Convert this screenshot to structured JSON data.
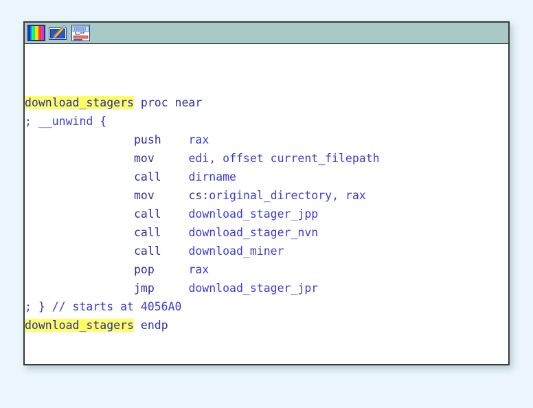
{
  "window": {
    "background_color": "#eaf6fb",
    "border_color": "#3a3a3a",
    "content_background": "#ffffff"
  },
  "toolbar": {
    "background_color": "#a9c9c6",
    "buttons": [
      {
        "name": "color-palette-icon",
        "label": "Color palette"
      },
      {
        "name": "edit-pencil-icon",
        "label": "Edit"
      },
      {
        "name": "graph-view-icon",
        "label": "Graph view"
      }
    ]
  },
  "theme": {
    "highlight_color": "#ffff66",
    "mnemonic_color": "#30309e",
    "operand_color": "#3b3bd4",
    "comment_color": "#3b3bd4"
  },
  "disassembly": {
    "function_name": "download_stagers",
    "start_address": "4056A0",
    "lines": [
      {
        "id": "proc-header",
        "segments": [
          {
            "text": "download_stagers",
            "style": "hl"
          },
          {
            "text": " proc near",
            "style": "plain"
          }
        ]
      },
      {
        "id": "unwind-open",
        "segments": [
          {
            "text": "; __unwind {",
            "style": "cmt"
          }
        ]
      },
      {
        "id": "insn-push-rax",
        "segments": [
          {
            "text": "                ",
            "style": "plain"
          },
          {
            "text": "push",
            "style": "mnem"
          },
          {
            "text": "    ",
            "style": "plain"
          },
          {
            "text": "rax",
            "style": "opnd"
          }
        ]
      },
      {
        "id": "insn-mov-edi",
        "segments": [
          {
            "text": "                ",
            "style": "plain"
          },
          {
            "text": "mov",
            "style": "mnem"
          },
          {
            "text": "     ",
            "style": "plain"
          },
          {
            "text": "edi, offset ",
            "style": "opnd"
          },
          {
            "text": "current_filepath",
            "style": "fname"
          }
        ]
      },
      {
        "id": "insn-call-dirname",
        "segments": [
          {
            "text": "                ",
            "style": "plain"
          },
          {
            "text": "call",
            "style": "mnem"
          },
          {
            "text": "    ",
            "style": "plain"
          },
          {
            "text": "dirname",
            "style": "fname"
          }
        ]
      },
      {
        "id": "insn-mov-cs-original-directory",
        "segments": [
          {
            "text": "                ",
            "style": "plain"
          },
          {
            "text": "mov",
            "style": "mnem"
          },
          {
            "text": "     ",
            "style": "plain"
          },
          {
            "text": "cs:",
            "style": "mnem"
          },
          {
            "text": "original_directory",
            "style": "fname"
          },
          {
            "text": ", rax",
            "style": "opnd"
          }
        ]
      },
      {
        "id": "insn-call-download-stager-jpp",
        "segments": [
          {
            "text": "                ",
            "style": "plain"
          },
          {
            "text": "call",
            "style": "mnem"
          },
          {
            "text": "    ",
            "style": "plain"
          },
          {
            "text": "download_stager_jpp",
            "style": "fname"
          }
        ]
      },
      {
        "id": "insn-call-download-stager-nvn",
        "segments": [
          {
            "text": "                ",
            "style": "plain"
          },
          {
            "text": "call",
            "style": "mnem"
          },
          {
            "text": "    ",
            "style": "plain"
          },
          {
            "text": "download_stager_nvn",
            "style": "fname"
          }
        ]
      },
      {
        "id": "insn-call-download-miner",
        "segments": [
          {
            "text": "                ",
            "style": "plain"
          },
          {
            "text": "call",
            "style": "mnem"
          },
          {
            "text": "    ",
            "style": "plain"
          },
          {
            "text": "download_miner",
            "style": "fname"
          }
        ]
      },
      {
        "id": "insn-pop-rax",
        "segments": [
          {
            "text": "                ",
            "style": "plain"
          },
          {
            "text": "pop",
            "style": "mnem"
          },
          {
            "text": "     ",
            "style": "plain"
          },
          {
            "text": "rax",
            "style": "opnd"
          }
        ]
      },
      {
        "id": "insn-jmp-download-stager-jpr",
        "segments": [
          {
            "text": "                ",
            "style": "plain"
          },
          {
            "text": "jmp",
            "style": "mnem"
          },
          {
            "text": "     ",
            "style": "plain"
          },
          {
            "text": "download_stager_jpr",
            "style": "fname"
          }
        ]
      },
      {
        "id": "unwind-close",
        "segments": [
          {
            "text": "; } // starts at 4056A0",
            "style": "cmt"
          }
        ]
      },
      {
        "id": "proc-footer",
        "segments": [
          {
            "text": "download_stagers",
            "style": "hl"
          },
          {
            "text": " endp",
            "style": "plain"
          }
        ]
      }
    ]
  }
}
